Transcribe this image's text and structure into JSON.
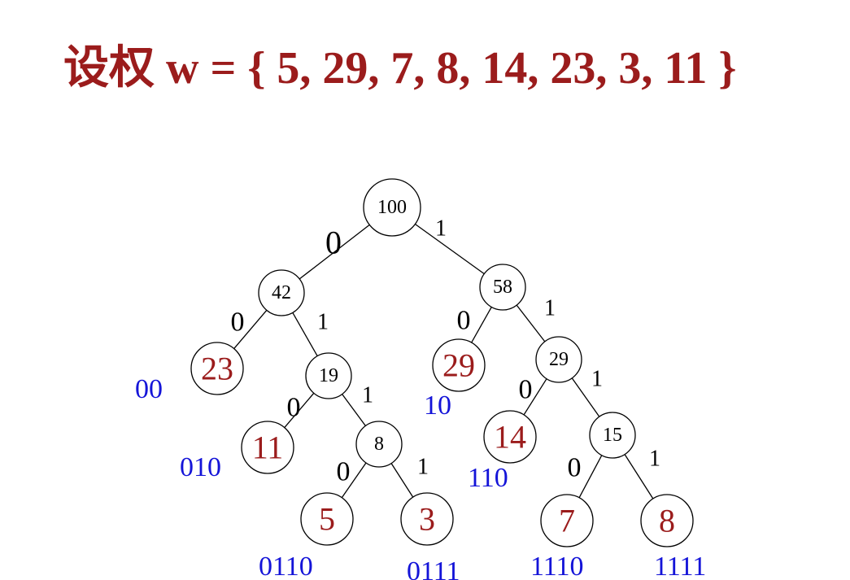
{
  "title": "设权 w = { 5, 29, 7, 8, 14, 23, 3, 11 }",
  "colors": {
    "title": "#9b1c1c",
    "leaf": "#9b1c1c",
    "code": "#1414d8",
    "line": "#000000"
  },
  "tree": {
    "nodes": [
      {
        "id": "n100",
        "label": "100",
        "type": "internal"
      },
      {
        "id": "n42",
        "label": "42",
        "type": "internal"
      },
      {
        "id": "n58",
        "label": "58",
        "type": "internal"
      },
      {
        "id": "n23",
        "label": "23",
        "type": "leaf",
        "code": "00"
      },
      {
        "id": "n19",
        "label": "19",
        "type": "internal"
      },
      {
        "id": "n29a",
        "label": "29",
        "type": "leaf",
        "code": "10"
      },
      {
        "id": "n29b",
        "label": "29",
        "type": "internal"
      },
      {
        "id": "n11",
        "label": "11",
        "type": "leaf",
        "code": "010"
      },
      {
        "id": "n8i",
        "label": "8",
        "type": "internal"
      },
      {
        "id": "n14",
        "label": "14",
        "type": "leaf",
        "code": "110"
      },
      {
        "id": "n15",
        "label": "15",
        "type": "internal"
      },
      {
        "id": "n5",
        "label": "5",
        "type": "leaf",
        "code": "0110"
      },
      {
        "id": "n3",
        "label": "3",
        "type": "leaf",
        "code": "0111"
      },
      {
        "id": "n7",
        "label": "7",
        "type": "leaf",
        "code": "1110"
      },
      {
        "id": "n8l",
        "label": "8",
        "type": "leaf",
        "code": "1111"
      }
    ],
    "edges": [
      {
        "from": "n100",
        "to": "n42",
        "bit": "0"
      },
      {
        "from": "n100",
        "to": "n58",
        "bit": "1"
      },
      {
        "from": "n42",
        "to": "n23",
        "bit": "0"
      },
      {
        "from": "n42",
        "to": "n19",
        "bit": "1"
      },
      {
        "from": "n58",
        "to": "n29a",
        "bit": "0"
      },
      {
        "from": "n58",
        "to": "n29b",
        "bit": "1"
      },
      {
        "from": "n19",
        "to": "n11",
        "bit": "0"
      },
      {
        "from": "n19",
        "to": "n8i",
        "bit": "1"
      },
      {
        "from": "n29b",
        "to": "n14",
        "bit": "0"
      },
      {
        "from": "n29b",
        "to": "n15",
        "bit": "1"
      },
      {
        "from": "n8i",
        "to": "n5",
        "bit": "0"
      },
      {
        "from": "n8i",
        "to": "n3",
        "bit": "1"
      },
      {
        "from": "n15",
        "to": "n7",
        "bit": "0"
      },
      {
        "from": "n15",
        "to": "n8l",
        "bit": "1"
      }
    ]
  }
}
